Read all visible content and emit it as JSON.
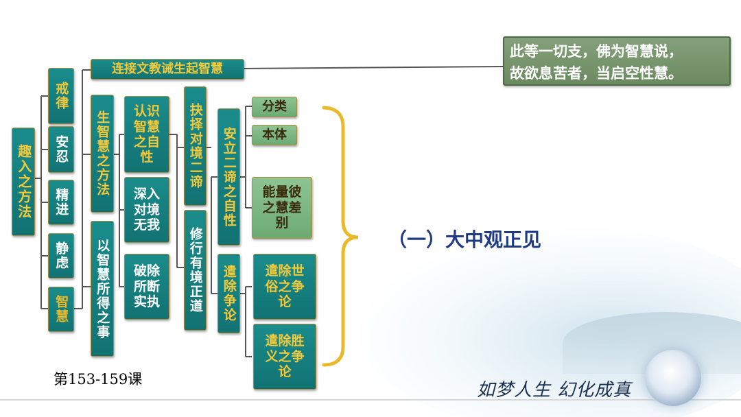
{
  "root": "趣入之方法",
  "col1": [
    "戒律",
    "安忍",
    "精进",
    "静虑",
    "智慧"
  ],
  "top_branch": "连接文教诫生起智慧",
  "col2": [
    "生智慧之方法",
    "以智慧所得之事"
  ],
  "col3": [
    "认识智慧之自性",
    "深入对境无我",
    "破除所断实执"
  ],
  "col4": [
    "抉择对境二谛",
    "修行有境正道"
  ],
  "col5": [
    "安立二谛之自性",
    "遣除争论"
  ],
  "col6": [
    "分类",
    "本体",
    "能量彼之慧差别",
    "遣除世俗之争论",
    "遣除胜义之争论"
  ],
  "quote": {
    "line1": "此等一切支，佛为智慧说，",
    "line2": "故欲息苦者，当启空性慧。"
  },
  "subtitle": "（一）大中观正见",
  "lesson": "第153-159课",
  "brand": "如梦人生 幻化成真",
  "colors": {
    "teal": "#127272",
    "gold_text": "#f3c93a",
    "connector": "#555555",
    "brace": "#e8b92b",
    "subtitle": "#1f3b86"
  }
}
